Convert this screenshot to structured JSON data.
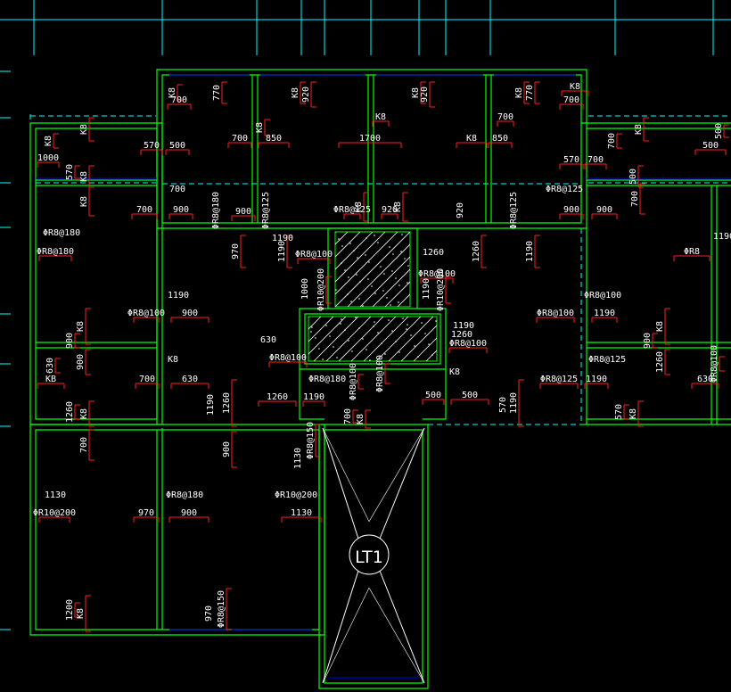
{
  "drawing": {
    "colors": {
      "background": "#000000",
      "wall": "#00ff00",
      "axis": "#00ffff",
      "beam_hidden": "#00ffff",
      "rebar": "#ff2020",
      "wall_inner": "#0000ff",
      "text": "#ffffff"
    },
    "stair_label": "LT1",
    "texts": [
      "K8",
      "770",
      "K8",
      "920",
      "K8",
      "920",
      "K8",
      "770",
      "K8",
      "700",
      "700",
      "K8",
      "850",
      "K8",
      "1700",
      "K8",
      "850",
      "700",
      "K8",
      "K8",
      "570",
      "500",
      "700",
      "700",
      "K8",
      "570",
      "700",
      "500",
      "1000",
      "570",
      "K8",
      "500",
      "500",
      "K8",
      "900",
      "700",
      "900",
      "900",
      "700",
      "900",
      "700",
      "ΦR8@180",
      "ΦR8@125",
      "ΦR8@125",
      "K8",
      "920",
      "K8",
      "920",
      "ΦR8@125",
      "ΦR8@125",
      "ΦR8@180",
      "ΦR8@180",
      "970",
      "1190",
      "1190",
      "ΦR8@100",
      "1260",
      "ΦR8@100",
      "1260",
      "1190",
      "1190",
      "ΦR8",
      "1000",
      "ΦR10@200",
      "1190",
      "ΦR10@200",
      "1190",
      "ΦR8@100",
      "ΦR8@100",
      "900",
      "1190",
      "ΦR8@100",
      "1190",
      "900",
      "K8",
      "900",
      "K8",
      "900",
      "630",
      "ΦR8@100",
      "1260",
      "ΦR8@100",
      "1260",
      "630",
      "K8",
      "ΦR8@180",
      "ΦR8@100",
      "K8",
      "ΦR8@100",
      "KB",
      "700",
      "630",
      "1190",
      "ΦR8@125",
      "ΦR8@100",
      "570",
      "ΦR8@125",
      "1190",
      "630",
      "1260",
      "1260",
      "1190",
      "500",
      "500",
      "1190",
      "1260",
      "K8",
      "700",
      "K8",
      "570",
      "K8",
      "700",
      "900",
      "1130",
      "ΦR8@150",
      "1130",
      "ΦR8@180",
      "ΦR10@200",
      "ΦR10@200",
      "970",
      "900",
      "1130",
      "1200",
      "K8",
      "970",
      "ΦR8@150",
      "1200"
    ]
  }
}
